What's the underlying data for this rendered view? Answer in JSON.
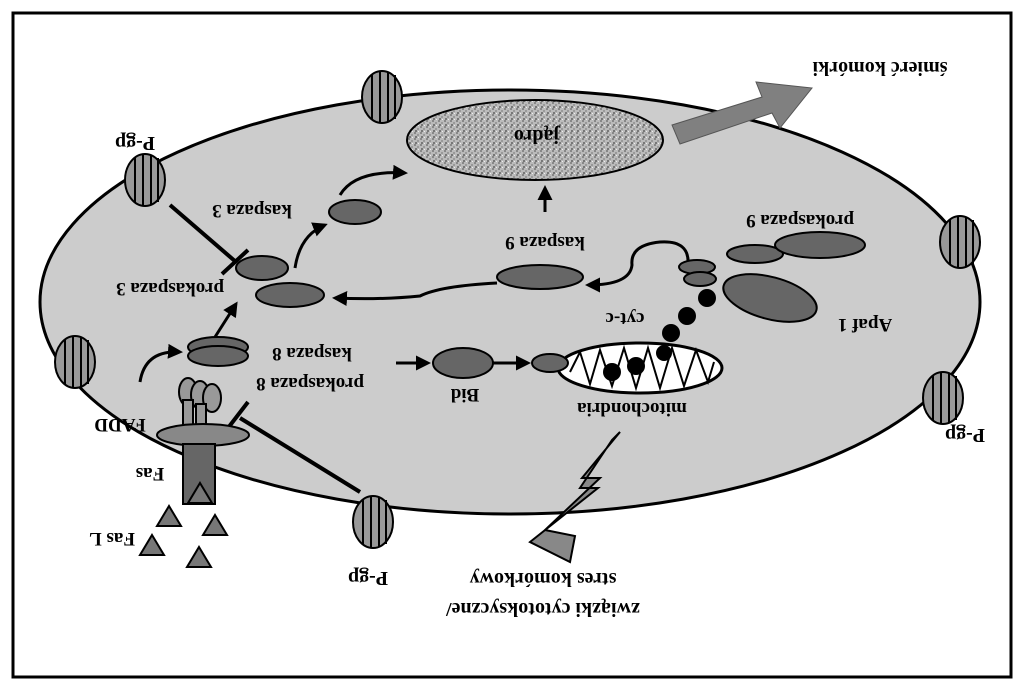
{
  "labels": {
    "nucleus": "jądro",
    "cell_death": "śmierć komórki",
    "pgp_top_left": "P-gp",
    "pgp_right": "P-gp",
    "pgp_bottom": "P-gp",
    "caspase3": "kaspaza 3",
    "procaspase3": "prokaspaza 3",
    "caspase9": "kaspaza 9",
    "procaspase9": "prokaspaza 9",
    "caspase8": "kaspaza 8",
    "procaspase8": "prokaspaza 8",
    "cytc": "cyt-c",
    "apaf1": "Apaf 1",
    "bid": "Bid",
    "mitochondria": "mitochondria",
    "fadd": "FADD",
    "fas": "Fas",
    "fasl": "Fas L",
    "stress_line1": "stres komórkowy",
    "stress_line2": "związki cytotoksyczne/"
  },
  "colors": {
    "cell": "#cccccc",
    "protein": "#666666",
    "arrow": "#808080",
    "outline": "#000000"
  }
}
